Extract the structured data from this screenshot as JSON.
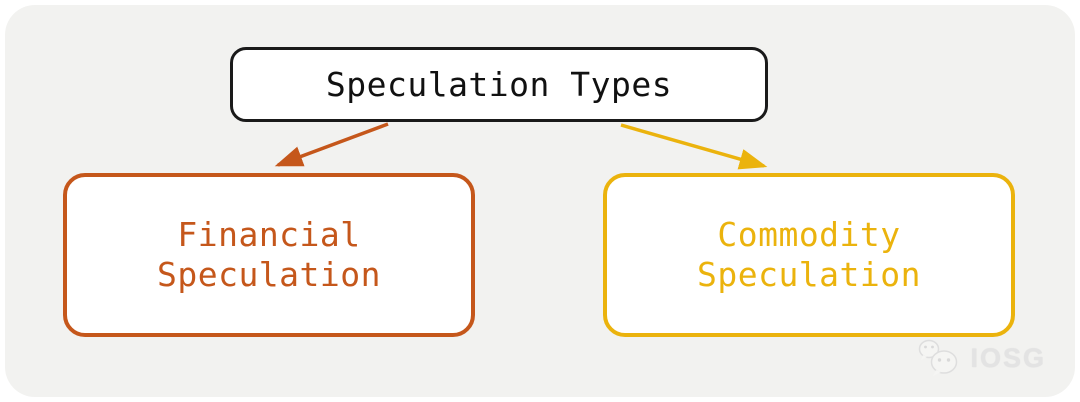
{
  "canvas": {
    "background": "#ffffff",
    "panel_background": "#f2f2f0"
  },
  "diagram": {
    "root": {
      "label": "Speculation Types",
      "border_color": "#1a1a1a",
      "text_color": "#111111"
    },
    "children": [
      {
        "id": "financial-speculation",
        "line1": "Financial",
        "line2": "Speculation",
        "color": "#c5571b"
      },
      {
        "id": "commodity-speculation",
        "line1": "Commodity",
        "line2": "Speculation",
        "color": "#ebb30d"
      }
    ],
    "edges": [
      {
        "from": "speculation-types",
        "to": "financial-speculation",
        "color": "#c5571b"
      },
      {
        "from": "speculation-types",
        "to": "commodity-speculation",
        "color": "#ebb30d"
      }
    ]
  },
  "watermark": {
    "label": "IOSG",
    "icon": "wechat-chat-bubbles-icon",
    "color": "#e3e3e3"
  }
}
